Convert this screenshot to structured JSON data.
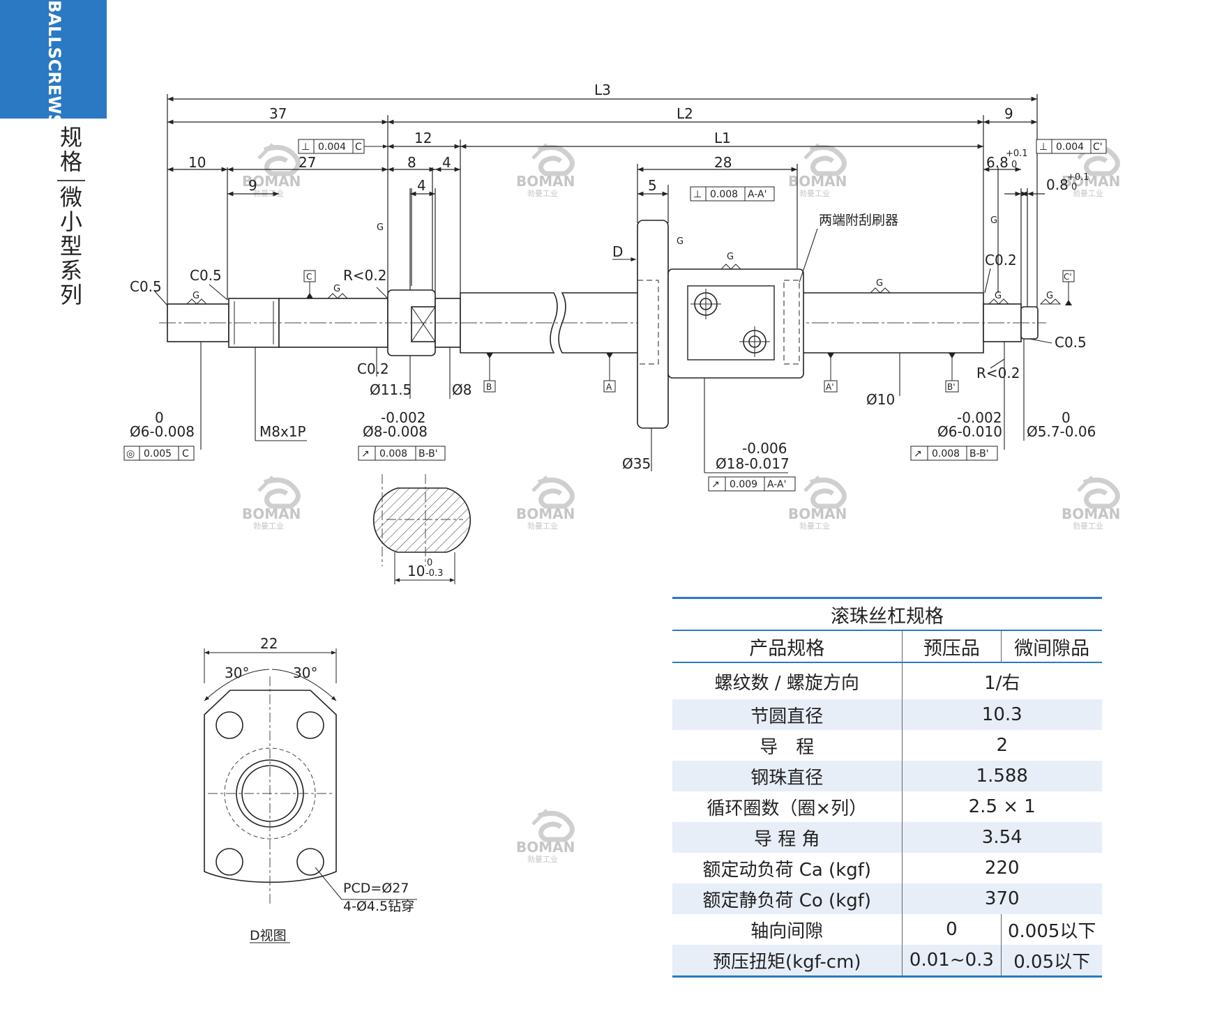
{
  "sidebar": {
    "tab_text": "BALLSCREWS",
    "title_top": "规格",
    "title_bottom": "微小型系列"
  },
  "watermark": {
    "brand": "BOMAN",
    "brand_cn": "勃曼工业"
  },
  "drawing": {
    "dims": {
      "L3": "L3",
      "d37": "37",
      "L2": "L2",
      "d9": "9",
      "d10": "10",
      "d27": "27",
      "d12": "12",
      "L1": "L1",
      "d9b": "9",
      "d8": "8",
      "d4a": "4",
      "d4b": "4",
      "d28": "28",
      "d5": "5",
      "d68": "6.8",
      "d68tol_up": "+0.1",
      "d68tol_lo": "0",
      "d08": "0.8",
      "d08tol_up": "+0.1",
      "d08tol_lo": "0"
    },
    "gdt": {
      "perp_left": {
        "sym": "⊥",
        "val": "0.004",
        "ref": "C"
      },
      "perp_nut": {
        "sym": "⊥",
        "val": "0.008",
        "ref": "A-A'"
      },
      "perp_right": {
        "sym": "⊥",
        "val": "0.004",
        "ref": "C'"
      },
      "conc_left": {
        "sym": "◎",
        "val": "0.005",
        "ref": "C"
      },
      "runout_left": {
        "sym": "↗",
        "val": "0.008",
        "ref": "B-B'"
      },
      "runout_nut": {
        "sym": "↗",
        "val": "0.009",
        "ref": "A-A'"
      },
      "runout_right": {
        "sym": "↗",
        "val": "0.008",
        "ref": "B-B'"
      }
    },
    "labels": {
      "c05_left": "C0.5",
      "c05_left2": "C0.5",
      "c02_bot": "C0.2",
      "r02_left": "R<0.2",
      "c02_right": "C0.2",
      "r02_right": "R<0.2",
      "c05_right": "C0.5",
      "g": "G",
      "datum_c": "C",
      "datum_cp": "C'",
      "datum_a": "A",
      "datum_ap": "A'",
      "datum_b": "B",
      "datum_bp": "B'",
      "d_arrow": "D",
      "wiper_note": "两端附刮刷器",
      "phi115": "Ø11.5",
      "phi8": "Ø8",
      "phi10": "Ø10",
      "phi35": "Ø35",
      "phi6_top": "0",
      "phi6": "Ø6-0.008",
      "m8": "M8x1P",
      "phi8tol_top": "-0.002",
      "phi8tol": "Ø8-0.008",
      "phi18_top": "-0.006",
      "phi18": "Ø18-0.017",
      "phi6r_top": "-0.002",
      "phi6r": "Ø6-0.010",
      "phi57_top": "0",
      "phi57": "Ø5.7-0.06",
      "sect_w": "10",
      "sect_tol_up": "0",
      "sect_tol_lo": "-0.3"
    },
    "flange_view": {
      "width": "22",
      "angle_left": "30°",
      "angle_right": "30°",
      "pcd": "PCD=Ø27",
      "holes": "4-Ø4.5钻穿",
      "caption": "D视图"
    }
  },
  "spec_table": {
    "title": "滚珠丝杠规格",
    "header": {
      "label": "产品规格",
      "col1": "预压品",
      "col2": "微间隙品"
    },
    "rows": [
      {
        "label": "螺纹数 / 螺旋方向",
        "value": "1/右"
      },
      {
        "label": "节圆直径",
        "value": "10.3"
      },
      {
        "label": "导　程",
        "value": "2"
      },
      {
        "label": "钢珠直径",
        "value": "1.588"
      },
      {
        "label": "循环圈数（圈×列）",
        "value": "2.5 × 1"
      },
      {
        "label": "导 程 角",
        "value": "3.54"
      },
      {
        "label": "额定动负荷 Ca (kgf)",
        "value": "220"
      },
      {
        "label": "额定静负荷 Co (kgf)",
        "value": "370"
      },
      {
        "label": "轴向间隙",
        "v1": "0",
        "v2": "0.005以下"
      },
      {
        "label": "预压扭矩(kgf-cm)",
        "v1": "0.01~0.3",
        "v2": "0.05以下"
      }
    ]
  }
}
